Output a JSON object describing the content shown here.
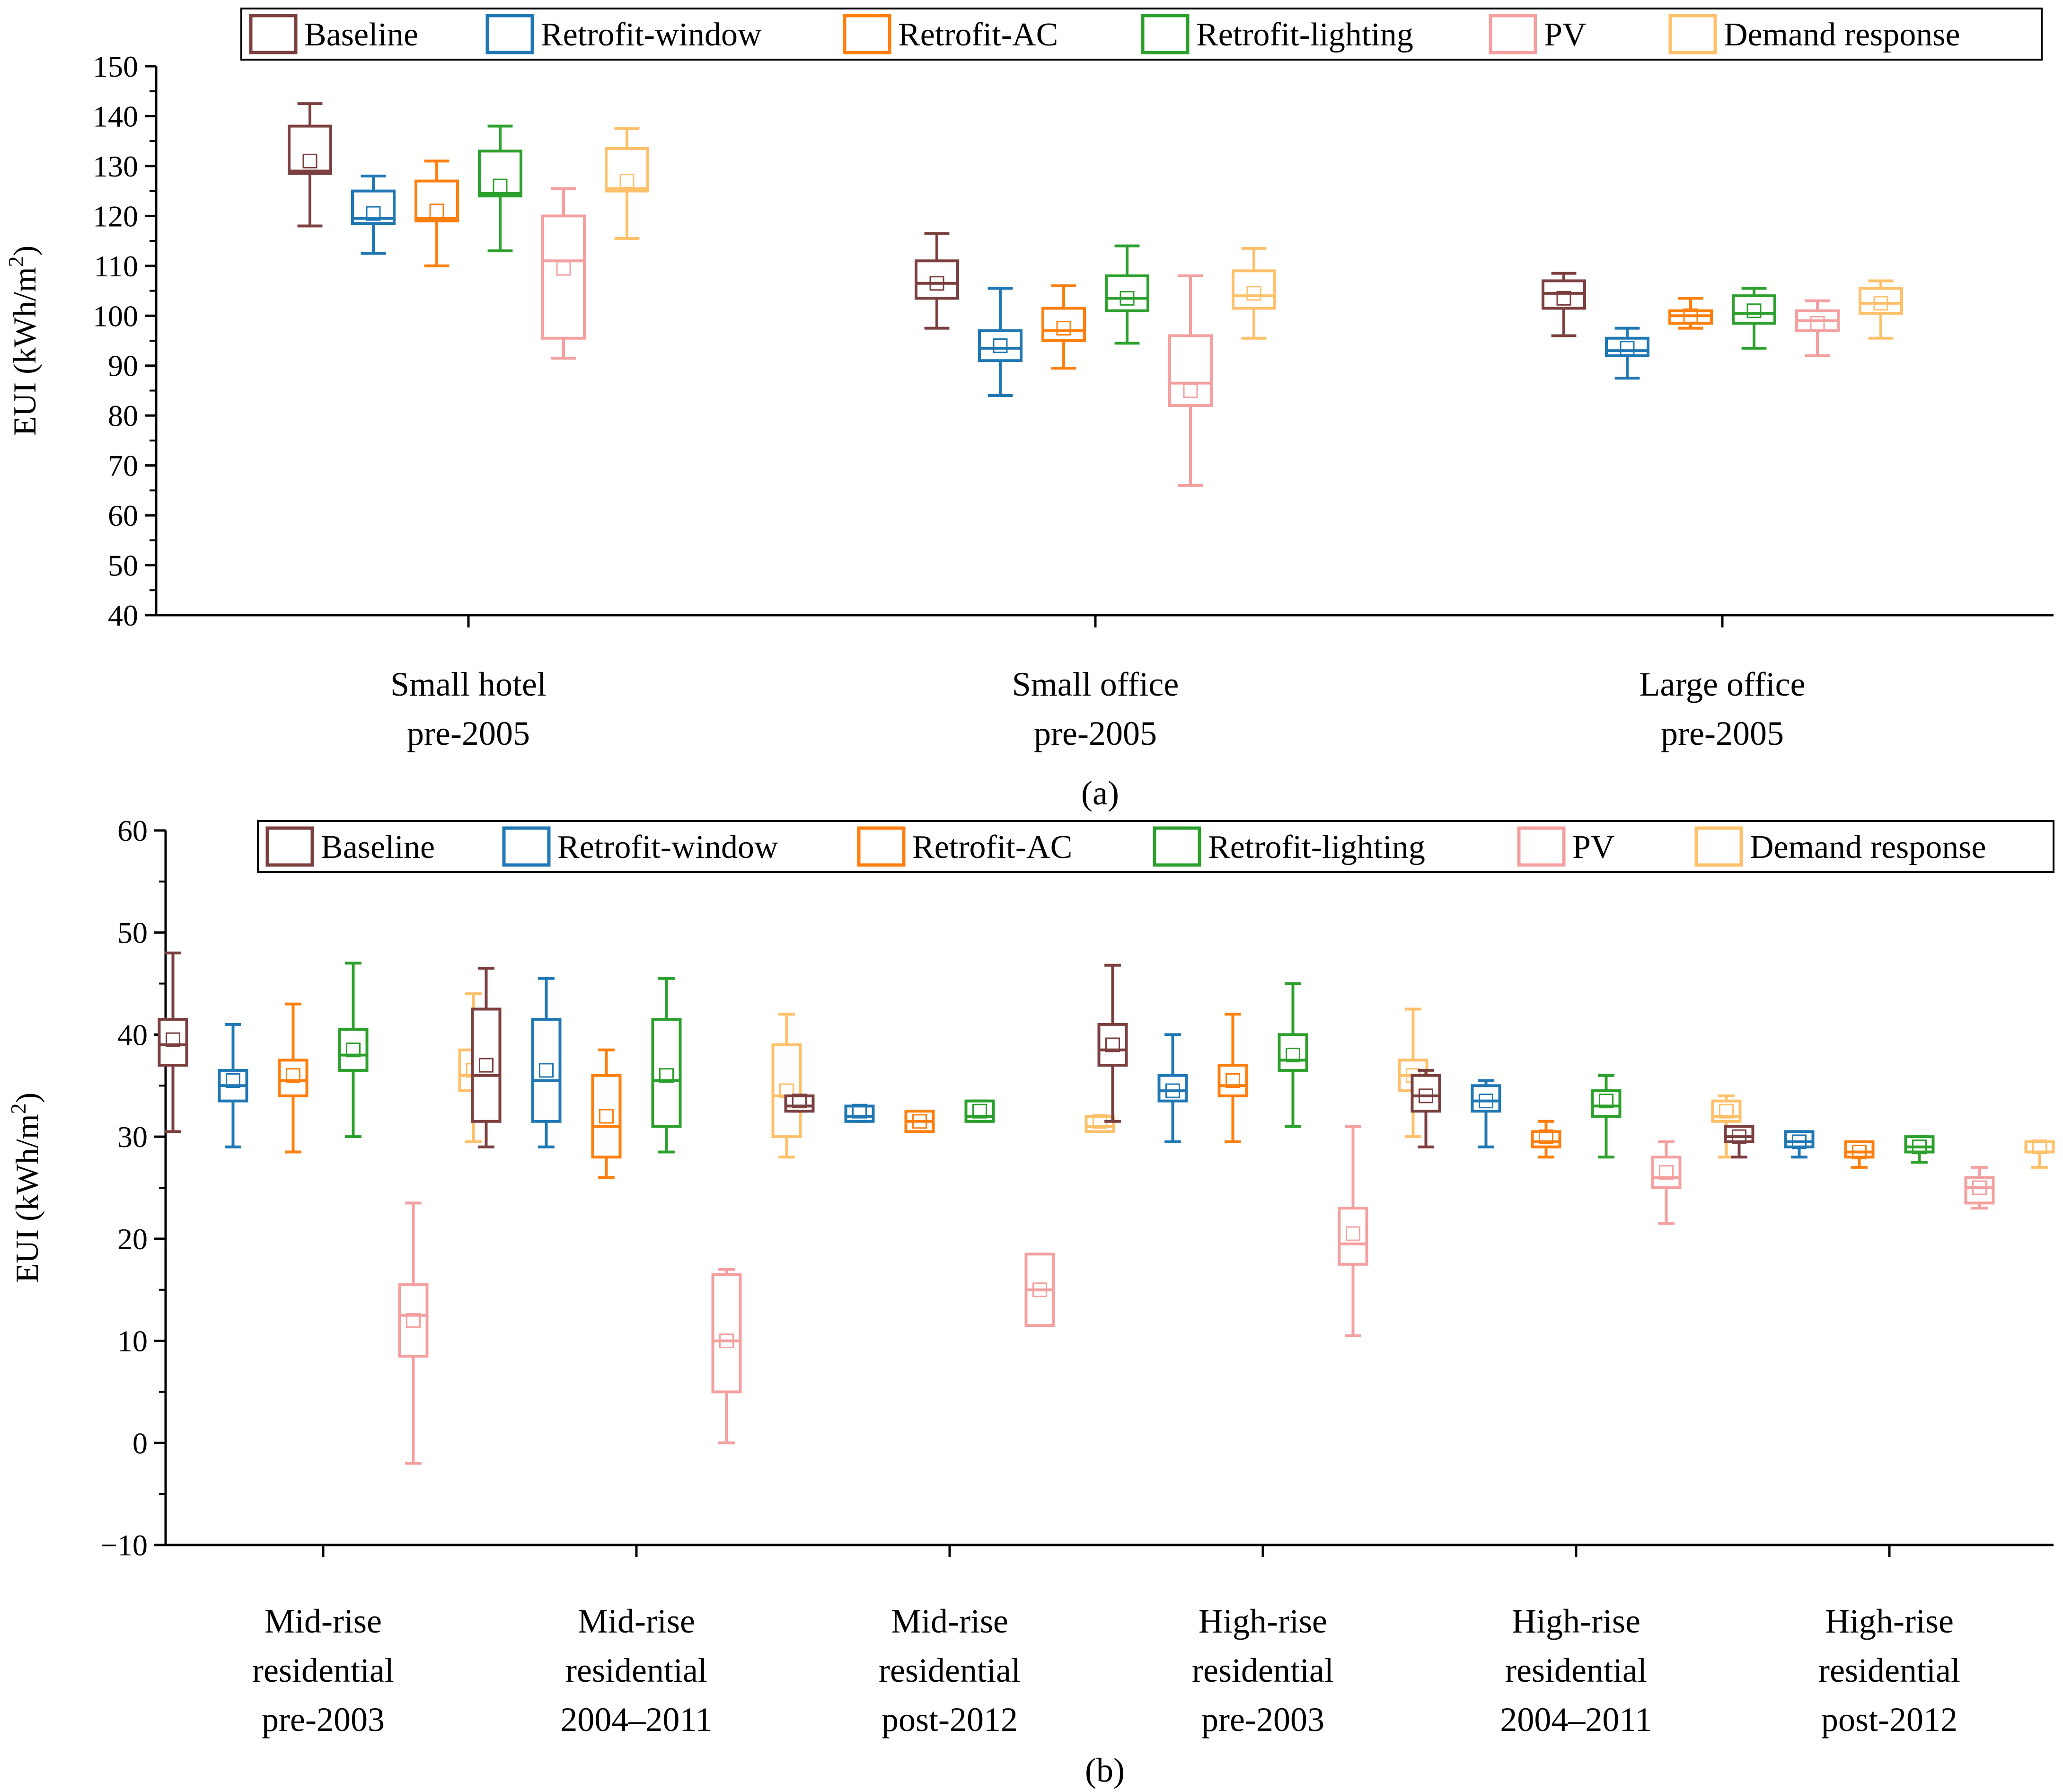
{
  "colors": {
    "Baseline": "#7b3f3f",
    "Retrofit-window": "#1f77b4",
    "Retrofit-AC": "#ff7f0e",
    "Retrofit-lighting": "#2ca02c",
    "PV": "#f4a0a0",
    "Demand response": "#ffc06a"
  },
  "chart_data": [
    {
      "type": "box",
      "panel_label": "(a)",
      "ylabel": "EUI (kWh/m²)",
      "ylim": [
        40,
        150
      ],
      "yticks": [
        "40",
        "50",
        "60",
        "70",
        "80",
        "90",
        "100",
        "110",
        "120",
        "130",
        "140",
        "150"
      ],
      "legend": [
        "Baseline",
        "Retrofit-window",
        "Retrofit-AC",
        "Retrofit-lighting",
        "PV",
        "Demand response"
      ],
      "legend_position": "top",
      "categories": [
        {
          "lines": [
            "Small hotel",
            "pre-2005"
          ]
        },
        {
          "lines": [
            "Small office",
            "pre-2005"
          ]
        },
        {
          "lines": [
            "Large office",
            "pre-2005"
          ]
        }
      ],
      "series": [
        {
          "name": "Baseline",
          "boxes": [
            {
              "min": 118,
              "q1": 128.5,
              "median": 129,
              "q3": 138,
              "max": 142.5,
              "mean": 131
            },
            {
              "min": 97.5,
              "q1": 103.5,
              "median": 106.5,
              "q3": 111,
              "max": 116.5,
              "mean": 106.5
            },
            {
              "min": 96,
              "q1": 101.5,
              "median": 104.5,
              "q3": 107,
              "max": 108.5,
              "mean": 103.5
            }
          ]
        },
        {
          "name": "Retrofit-window",
          "boxes": [
            {
              "min": 112.5,
              "q1": 118.5,
              "median": 119.5,
              "q3": 125,
              "max": 128,
              "mean": 120.5
            },
            {
              "min": 84,
              "q1": 91,
              "median": 93.5,
              "q3": 97,
              "max": 105.5,
              "mean": 94
            },
            {
              "min": 87.5,
              "q1": 92,
              "median": 93,
              "q3": 95.5,
              "max": 97.5,
              "mean": 93.5
            }
          ]
        },
        {
          "name": "Retrofit-AC",
          "boxes": [
            {
              "min": 110,
              "q1": 119,
              "median": 119.5,
              "q3": 127,
              "max": 131,
              "mean": 121
            },
            {
              "min": 89.5,
              "q1": 95,
              "median": 97,
              "q3": 101.5,
              "max": 106,
              "mean": 97.5
            },
            {
              "min": 97.5,
              "q1": 98.5,
              "median": 100,
              "q3": 101,
              "max": 103.5,
              "mean": 100
            }
          ]
        },
        {
          "name": "Retrofit-lighting",
          "boxes": [
            {
              "min": 113,
              "q1": 124,
              "median": 124.5,
              "q3": 133,
              "max": 138,
              "mean": 126
            },
            {
              "min": 94.5,
              "q1": 101,
              "median": 103.5,
              "q3": 108,
              "max": 114,
              "mean": 103.5
            },
            {
              "min": 93.5,
              "q1": 98.5,
              "median": 100.5,
              "q3": 104,
              "max": 105.5,
              "mean": 101
            }
          ]
        },
        {
          "name": "PV",
          "boxes": [
            {
              "min": 91.5,
              "q1": 95.5,
              "median": 111,
              "q3": 120,
              "max": 125.5,
              "mean": 109.5
            },
            {
              "min": 66,
              "q1": 82,
              "median": 86.5,
              "q3": 96,
              "max": 108,
              "mean": 85
            },
            {
              "min": 92,
              "q1": 97,
              "median": 99,
              "q3": 101,
              "max": 103,
              "mean": 98.5
            }
          ]
        },
        {
          "name": "Demand response",
          "boxes": [
            {
              "min": 115.5,
              "q1": 125,
              "median": 125.5,
              "q3": 133.5,
              "max": 137.5,
              "mean": 127
            },
            {
              "min": 95.5,
              "q1": 101.5,
              "median": 104,
              "q3": 109,
              "max": 113.5,
              "mean": 104.5
            },
            {
              "min": 95.5,
              "q1": 100.5,
              "median": 102.5,
              "q3": 105.5,
              "max": 107,
              "mean": 102.5
            }
          ]
        }
      ]
    },
    {
      "type": "box",
      "panel_label": "(b)",
      "ylabel": "EUI (kWh/m²)",
      "ylim": [
        -10,
        60
      ],
      "yticks": [
        "−10",
        "0",
        "10",
        "20",
        "30",
        "40",
        "50",
        "60"
      ],
      "legend": [
        "Baseline",
        "Retrofit-window",
        "Retrofit-AC",
        "Retrofit-lighting",
        "PV",
        "Demand response"
      ],
      "legend_position": "top",
      "categories": [
        {
          "lines": [
            "Mid-rise",
            "residential",
            "pre-2003"
          ]
        },
        {
          "lines": [
            "Mid-rise",
            "residential",
            "2004–2011"
          ]
        },
        {
          "lines": [
            "Mid-rise",
            "residential",
            "post-2012"
          ]
        },
        {
          "lines": [
            "High-rise",
            "residential",
            "pre-2003"
          ]
        },
        {
          "lines": [
            "High-rise",
            "residential",
            "2004–2011"
          ]
        },
        {
          "lines": [
            "High-rise",
            "residential",
            "post-2012"
          ]
        }
      ],
      "series": [
        {
          "name": "Baseline",
          "boxes": [
            {
              "min": 30.5,
              "q1": 37,
              "median": 39,
              "q3": 41.5,
              "max": 48,
              "mean": 39.5
            },
            {
              "min": 29,
              "q1": 31.5,
              "median": 36,
              "q3": 42.5,
              "max": 46.5,
              "mean": 37
            },
            {
              "min": 32.5,
              "q1": 32.5,
              "median": 33,
              "q3": 34,
              "max": 34,
              "mean": 33.5
            },
            {
              "min": 31.5,
              "q1": 37,
              "median": 38.5,
              "q3": 41,
              "max": 46.8,
              "mean": 39
            },
            {
              "min": 29,
              "q1": 32.5,
              "median": 34,
              "q3": 36,
              "max": 36.5,
              "mean": 34
            },
            {
              "min": 28,
              "q1": 29.5,
              "median": 30,
              "q3": 31,
              "max": 31,
              "mean": 30
            }
          ]
        },
        {
          "name": "Retrofit-window",
          "boxes": [
            {
              "min": 29,
              "q1": 33.5,
              "median": 35,
              "q3": 36.5,
              "max": 41,
              "mean": 35.5
            },
            {
              "min": 29,
              "q1": 31.5,
              "median": 35.5,
              "q3": 41.5,
              "max": 45.5,
              "mean": 36.5
            },
            {
              "min": 31.5,
              "q1": 31.5,
              "median": 32,
              "q3": 33,
              "max": 33,
              "mean": 32.5
            },
            {
              "min": 29.5,
              "q1": 33.5,
              "median": 34.5,
              "q3": 36,
              "max": 40,
              "mean": 34.5
            },
            {
              "min": 29,
              "q1": 32.5,
              "median": 33.5,
              "q3": 35,
              "max": 35.5,
              "mean": 33.5
            },
            {
              "min": 28,
              "q1": 29,
              "median": 29.5,
              "q3": 30.5,
              "max": 30.5,
              "mean": 29.5
            }
          ]
        },
        {
          "name": "Retrofit-AC",
          "boxes": [
            {
              "min": 28.5,
              "q1": 34,
              "median": 35.5,
              "q3": 37.5,
              "max": 43,
              "mean": 36
            },
            {
              "min": 26,
              "q1": 28,
              "median": 31,
              "q3": 36,
              "max": 38.5,
              "mean": 32
            },
            {
              "min": 30.5,
              "q1": 30.5,
              "median": 31.5,
              "q3": 32.5,
              "max": 32.5,
              "mean": 31.5
            },
            {
              "min": 29.5,
              "q1": 34,
              "median": 35,
              "q3": 37,
              "max": 42,
              "mean": 35.5
            },
            {
              "min": 28,
              "q1": 29,
              "median": 29.5,
              "q3": 30.5,
              "max": 31.5,
              "mean": 30
            },
            {
              "min": 27,
              "q1": 28,
              "median": 28.5,
              "q3": 29.5,
              "max": 29.5,
              "mean": 28.5
            }
          ]
        },
        {
          "name": "Retrofit-lighting",
          "boxes": [
            {
              "min": 30,
              "q1": 36.5,
              "median": 38,
              "q3": 40.5,
              "max": 47,
              "mean": 38.5
            },
            {
              "min": 28.5,
              "q1": 31,
              "median": 35.5,
              "q3": 41.5,
              "max": 45.5,
              "mean": 36
            },
            {
              "min": 31.5,
              "q1": 31.5,
              "median": 32,
              "q3": 33.5,
              "max": 33.5,
              "mean": 32.5
            },
            {
              "min": 31,
              "q1": 36.5,
              "median": 37.5,
              "q3": 40,
              "max": 45,
              "mean": 38
            },
            {
              "min": 28,
              "q1": 32,
              "median": 33,
              "q3": 34.5,
              "max": 36,
              "mean": 33.5
            },
            {
              "min": 27.5,
              "q1": 28.5,
              "median": 29,
              "q3": 30,
              "max": 30,
              "mean": 29
            }
          ]
        },
        {
          "name": "PV",
          "boxes": [
            {
              "min": -2,
              "q1": 8.5,
              "median": 12.5,
              "q3": 15.5,
              "max": 23.5,
              "mean": 12
            },
            {
              "min": 0,
              "q1": 5,
              "median": 10,
              "q3": 16.5,
              "max": 17,
              "mean": 10
            },
            {
              "min": 11.5,
              "q1": 11.5,
              "median": 15,
              "q3": 18.5,
              "max": 18.5,
              "mean": 15
            },
            {
              "min": 10.5,
              "q1": 17.5,
              "median": 19.5,
              "q3": 23,
              "max": 31,
              "mean": 20.5
            },
            {
              "min": 21.5,
              "q1": 25,
              "median": 26,
              "q3": 28,
              "max": 29.5,
              "mean": 26.5
            },
            {
              "min": 23,
              "q1": 23.5,
              "median": 25,
              "q3": 26,
              "max": 27,
              "mean": 25
            }
          ]
        },
        {
          "name": "Demand response",
          "boxes": [
            {
              "min": 29.5,
              "q1": 34.5,
              "median": 36,
              "q3": 38.5,
              "max": 44,
              "mean": 36.5
            },
            {
              "min": 28,
              "q1": 30,
              "median": 34,
              "q3": 39,
              "max": 42,
              "mean": 34.5
            },
            {
              "min": 30.5,
              "q1": 30.5,
              "median": 31,
              "q3": 32,
              "max": 32,
              "mean": 31.5
            },
            {
              "min": 30,
              "q1": 34.5,
              "median": 36,
              "q3": 37.5,
              "max": 42.5,
              "mean": 36
            },
            {
              "min": 28,
              "q1": 31.5,
              "median": 32,
              "q3": 33.5,
              "max": 34,
              "mean": 32.5
            },
            {
              "min": 27,
              "q1": 28.5,
              "median": 28.5,
              "q3": 29.5,
              "max": 29.5,
              "mean": 29
            }
          ]
        }
      ]
    }
  ]
}
